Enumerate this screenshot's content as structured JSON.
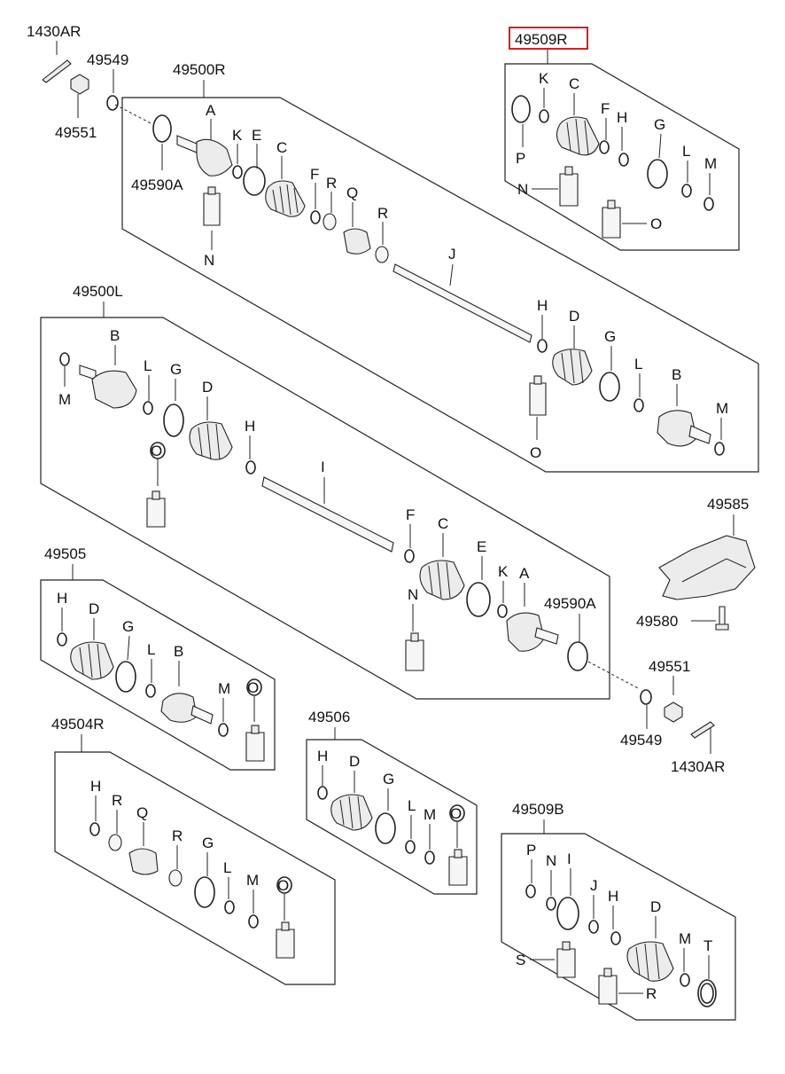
{
  "assemblies": {
    "a_49500R": "49500R",
    "a_49500L": "49500L",
    "a_49509R": "49509R",
    "a_49505": "49505",
    "a_49504R": "49504R",
    "a_49506": "49506",
    "a_49509B": "49509B",
    "a_49585": "49585"
  },
  "parts": {
    "p_1430AR": "1430AR",
    "p_49549": "49549",
    "p_49551": "49551",
    "p_49590A": "49590A",
    "p_49580": "49580"
  },
  "letters": {
    "A": "A",
    "B": "B",
    "C": "C",
    "D": "D",
    "E": "E",
    "F": "F",
    "G": "G",
    "H": "H",
    "I": "I",
    "J": "J",
    "K": "K",
    "L": "L",
    "M": "M",
    "N": "N",
    "O": "O",
    "P": "P",
    "Q": "Q",
    "R": "R",
    "S": "S",
    "T": "T"
  },
  "highlight_color": "#d42020"
}
